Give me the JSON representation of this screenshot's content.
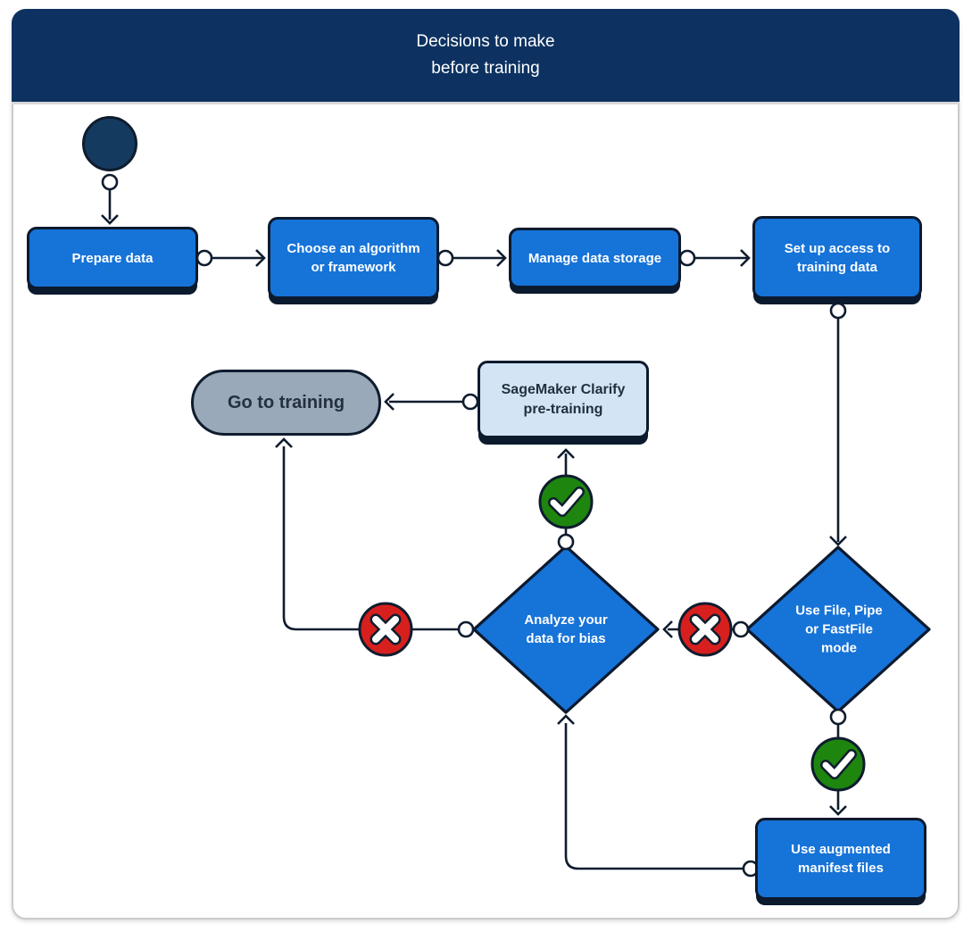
{
  "header": {
    "title": "Decisions to make\nbefore training"
  },
  "nodes": {
    "start": {
      "type": "initial-state"
    },
    "prepare_data": {
      "label": "Prepare data"
    },
    "choose_algorithm": {
      "label": "Choose an algorithm\nor framework"
    },
    "manage_storage": {
      "label": "Manage data storage"
    },
    "setup_access": {
      "label": "Set up access to\ntraining data"
    },
    "use_file_mode": {
      "label": "Use File, Pipe\nor FastFile\nmode"
    },
    "analyze_bias": {
      "label": "Analyze your\ndata for bias"
    },
    "clarify": {
      "label": "SageMaker Clarify\npre-training"
    },
    "go_training": {
      "label": "Go to training"
    },
    "augmented_manifest": {
      "label": "Use augmented\nmanifest files"
    }
  },
  "badges": {
    "yes_icon": "check-circle",
    "no_icon": "cross-circle"
  },
  "edges": [
    {
      "from": "start",
      "to": "prepare_data"
    },
    {
      "from": "prepare_data",
      "to": "choose_algorithm"
    },
    {
      "from": "choose_algorithm",
      "to": "manage_storage"
    },
    {
      "from": "manage_storage",
      "to": "setup_access"
    },
    {
      "from": "setup_access",
      "to": "use_file_mode"
    },
    {
      "from": "use_file_mode",
      "to": "analyze_bias",
      "badge": "no"
    },
    {
      "from": "use_file_mode",
      "to": "augmented_manifest",
      "badge": "yes"
    },
    {
      "from": "augmented_manifest",
      "to": "analyze_bias"
    },
    {
      "from": "analyze_bias",
      "to": "clarify",
      "badge": "yes"
    },
    {
      "from": "analyze_bias",
      "to": "go_training",
      "badge": "no"
    },
    {
      "from": "clarify",
      "to": "go_training"
    }
  ],
  "colors": {
    "header_navy": "#0d3261",
    "node_blue": "#1673d8",
    "node_light_blue": "#d3e5f5",
    "terminal_gray": "#9aa9b9",
    "yes_green": "#1e850f",
    "no_red": "#d7201e",
    "line_dark": "#0e1c2e",
    "card_border": "#c9cbcd"
  }
}
